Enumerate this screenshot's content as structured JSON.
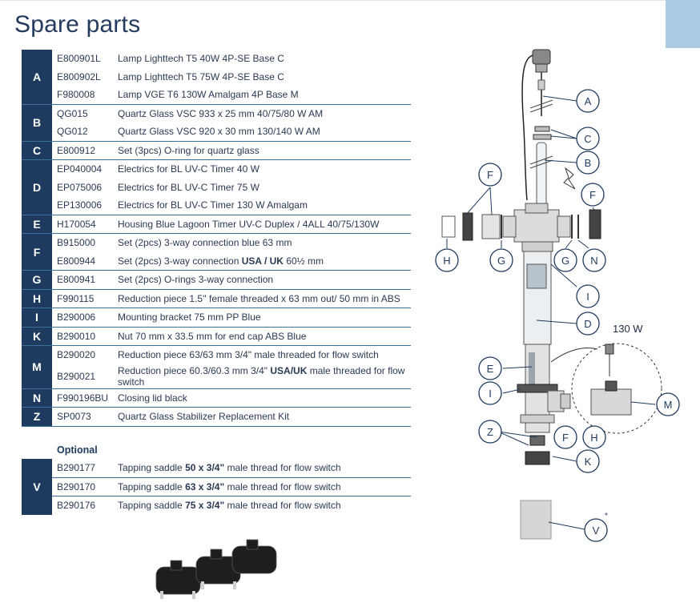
{
  "page": {
    "title": "Spare parts"
  },
  "parts": [
    {
      "letter": "A",
      "rows": [
        {
          "code": "E800901L",
          "desc": "Lamp Lighttech T5 40W 4P-SE Base C"
        },
        {
          "code": "E800902L",
          "desc": "Lamp Lighttech T5 75W 4P-SE Base C"
        },
        {
          "code": "F980008",
          "desc": "Lamp VGE T6 130W Amalgam 4P Base M"
        }
      ]
    },
    {
      "letter": "B",
      "rows": [
        {
          "code": "QG015",
          "desc": "Quartz Glass VSC 933 x 25 mm 40/75/80 W AM"
        },
        {
          "code": "QG012",
          "desc": "Quartz Glass VSC 920 x 30 mm 130/140 W AM"
        }
      ]
    },
    {
      "letter": "C",
      "rows": [
        {
          "code": "E800912",
          "desc": "Set (3pcs) O-ring for quartz glass"
        }
      ]
    },
    {
      "letter": "D",
      "rows": [
        {
          "code": "EP040004",
          "desc": "Electrics for BL UV-C Timer 40 W"
        },
        {
          "code": "EP075006",
          "desc": "Electrics for BL UV-C Timer 75 W"
        },
        {
          "code": "EP130006",
          "desc": "Electrics for BL UV-C Timer 130 W Amalgam"
        }
      ]
    },
    {
      "letter": "E",
      "rows": [
        {
          "code": "H170054",
          "desc": "Housing  Blue Lagoon Timer UV-C Duplex / 4ALL  40/75/130W"
        }
      ]
    },
    {
      "letter": "F",
      "rows": [
        {
          "code": "B915000",
          "desc": "Set (2pcs) 3-way connection blue 63 mm"
        },
        {
          "code": "E800944",
          "desc_pre": "Set (2pcs) 3-way connection ",
          "desc_bold": "USA / UK",
          "desc_post": " 60½ mm"
        }
      ]
    },
    {
      "letter": "G",
      "rows": [
        {
          "code": "E800941",
          "desc": "Set (2pcs) O-rings 3-way connection"
        }
      ]
    },
    {
      "letter": "H",
      "rows": [
        {
          "code": "F990115",
          "desc": "Reduction piece 1.5'' female threaded x 63 mm out/ 50 mm in ABS"
        }
      ]
    },
    {
      "letter": "I",
      "rows": [
        {
          "code": "B290006",
          "desc": "Mounting bracket 75 mm PP Blue"
        }
      ]
    },
    {
      "letter": "K",
      "rows": [
        {
          "code": "B290010",
          "desc": "Nut 70 mm x 33.5 mm for end cap ABS Blue"
        }
      ]
    },
    {
      "letter": "M",
      "rows": [
        {
          "code": "B290020",
          "desc": "Reduction piece 63/63 mm 3/4\" male threaded for flow switch"
        },
        {
          "code": "B290021",
          "desc_pre": "Reduction piece 60.3/60.3 mm 3/4\" ",
          "desc_bold": "USA/UK",
          "desc_post": " male threaded for flow switch"
        }
      ]
    },
    {
      "letter": "N",
      "rows": [
        {
          "code": "F990196BU",
          "desc": "Closing lid black"
        }
      ]
    },
    {
      "letter": "Z",
      "rows": [
        {
          "code": "SP0073",
          "desc": "Quartz Glass Stabilizer Replacement Kit"
        }
      ]
    }
  ],
  "optional": {
    "title": "Optional",
    "letter": "V",
    "rows": [
      {
        "code": "B290177",
        "pre": "Tapping saddle ",
        "bold": "50 x 3/4\"",
        "post": " male thread for flow switch"
      },
      {
        "code": "B290170",
        "pre": "Tapping saddle ",
        "bold": "63 x 3/4\"",
        "post": " male thread for flow switch"
      },
      {
        "code": "B290176",
        "pre": "Tapping saddle ",
        "bold": "75 x 3/4\"",
        "post": " male thread for flow switch"
      }
    ]
  },
  "diagram": {
    "callout_130w": "130 W",
    "labels": {
      "A": "A",
      "B": "B",
      "C": "C",
      "D": "D",
      "E": "E",
      "F": "F",
      "G": "G",
      "H": "H",
      "I": "I",
      "K": "K",
      "M": "M",
      "N": "N",
      "Z": "Z",
      "V": "V"
    },
    "v_marker": "*"
  },
  "colors": {
    "navy": "#1f3a5f",
    "line": "#3a6f97",
    "accent": "#aacbe2"
  }
}
